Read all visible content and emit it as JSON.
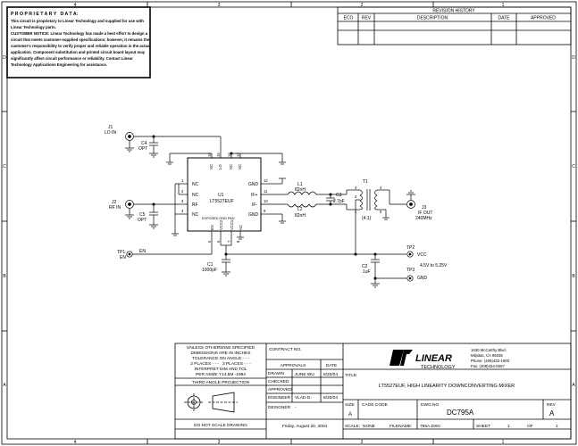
{
  "frame": {
    "top_cols": [
      "4",
      "3",
      "2",
      "1"
    ],
    "bottom_cols": [
      "4",
      "3",
      "2",
      "1"
    ],
    "left_rows": [
      "A",
      "B",
      "C",
      "D"
    ],
    "right_rows": [
      "A",
      "B",
      "C",
      "D"
    ]
  },
  "proprietary": {
    "heading": "P R O P R I E T A R Y   D A T A:",
    "lines": [
      "This circuit is proprietary to Linear Technology and supplied for use with",
      "Linear Technology parts.",
      "CUSTOMER NOTICE: Linear Technology has made a best effort to design a",
      "circuit that meets customer-supplied specifications; however, it remains the",
      "customer's responsibility to verify proper and reliable operation in the actual",
      "application.  Component substitution and printed circuit board layout may",
      "significantly affect circuit performance or reliability.  Contact Linear",
      "Technology Applications Engineering for assistance."
    ]
  },
  "revision": {
    "title": "REVISION HISTORY",
    "cols": [
      "ECO",
      "REV",
      "DESCRIPTION",
      "DATE",
      "APPROVED"
    ]
  },
  "schematic": {
    "j1": {
      "ref": "J1",
      "name": "LO IN"
    },
    "j2": {
      "ref": "J2",
      "name": "RF IN"
    },
    "j3": {
      "ref": "J3",
      "name": "IF OUT",
      "freq": "240MHz"
    },
    "tp1": {
      "ref": "TP1",
      "net": "EN"
    },
    "tp2": {
      "ref": "TP2",
      "net": "VCC"
    },
    "tp3": {
      "ref": "TP3",
      "net": "GND"
    },
    "supply_note": "4.5V to 5.25V",
    "c1": {
      "ref": "C1",
      "value": "1000pF"
    },
    "c2": {
      "ref": "C2",
      "value": "1uF"
    },
    "c3": {
      "ref": "C3",
      "value": "2.7pF"
    },
    "c4": {
      "ref": "C4",
      "value": "OPT"
    },
    "c5": {
      "ref": "C5",
      "value": "OPT"
    },
    "l1": {
      "ref": "L1",
      "value": "82nH"
    },
    "l2": {
      "ref": "L2",
      "value": "82nH"
    },
    "t1": {
      "ref": "T1",
      "ratio": "(4:1)",
      "pins_left": [
        "3",
        "2",
        "1"
      ],
      "pins_right": [
        "4",
        "5"
      ]
    },
    "u1": {
      "ref": "U1",
      "part": "LT5527EUF",
      "exposed_pad": "EXPOSED GND PAD",
      "pins_top": [
        {
          "num": "16",
          "name": "NC"
        },
        {
          "num": "15",
          "name": "LO"
        },
        {
          "num": "14",
          "name": "NC"
        },
        {
          "num": "13",
          "name": "NC"
        }
      ],
      "pins_left": [
        {
          "num": "1",
          "name": "NC"
        },
        {
          "num": "2",
          "name": "NC"
        },
        {
          "num": "3",
          "name": "RF"
        },
        {
          "num": "4",
          "name": "NC"
        }
      ],
      "pins_right": [
        {
          "num": "12",
          "name": "GND"
        },
        {
          "num": "11",
          "name": "IF+"
        },
        {
          "num": "10",
          "name": "IF-"
        },
        {
          "num": "9",
          "name": "GND"
        }
      ],
      "pins_bottom": [
        {
          "num": "5",
          "name": "EN"
        },
        {
          "num": "6",
          "name": "VCC2"
        },
        {
          "num": "7",
          "name": "VCC1"
        },
        {
          "num": "8",
          "name": "NC"
        }
      ]
    }
  },
  "titleblock": {
    "tol_lines": [
      "UNLESS OTHERWISE SPECIFIED",
      "DIMENSIONS ARE IN INCHES",
      "TOLERANCE ON ANGLE - - -",
      "2 PLACES - - -   3 PLACES - - -",
      "INTERPRET DIM AND TOL",
      "PER ASME Y14.5M -1994"
    ],
    "third_angle": "THIRD ANGLE PROJECTION",
    "do_not_scale": "DO NOT SCALE DRAWING",
    "contract": "CONTRACT NO.",
    "approvals": "APPROVALS",
    "date_hdr": "DATE",
    "drawn_label": "DRAWN",
    "drawn_name": "JUNE WU",
    "drawn_date": "8/20/04",
    "checked": "CHECKED",
    "approved": "APPROVED",
    "engineer_label": "ENGINEER",
    "engineer_name": "VLAD D.",
    "engineer_date": "8/20/04",
    "designer": "DESIGNER",
    "dash": "-",
    "print_date": "Friday, August 20, 2004",
    "logo_brand": "LINEAR",
    "logo_sub": "TECHNOLOGY",
    "addr": [
      "1630 McCarthy Blvd.",
      "Milpitas, CA 95035",
      "Phone: (408)432-1900",
      "Fax: (408)434-0507"
    ],
    "title_label": "TITLE",
    "title": "LT5527EUF, HIGH LINEARITY DOWNCONVERTING MIXER",
    "size_label": "SIZE",
    "size": "A",
    "cage_label": "CAGE CODE",
    "dwg_label": "DWG.NO",
    "dwg": "DC795A",
    "rev_label": "REV",
    "rev": "A",
    "scale_label": "SCALE:",
    "scale": "NONE",
    "filename_label": "FILENAME:",
    "filename": "795A.DSN",
    "sheet_label": "SHEET",
    "sheet": "1",
    "of_label": "OF",
    "of": "1"
  }
}
